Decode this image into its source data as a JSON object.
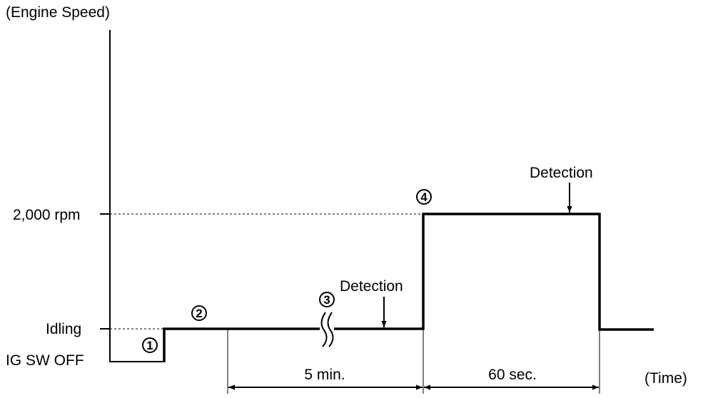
{
  "diagram": {
    "y_axis_title": "(Engine Speed)",
    "x_axis_title": "(Time)",
    "levels": {
      "rpm_2000": "2,000 rpm",
      "idling": "Idling",
      "ig_sw_off": "IG SW OFF"
    },
    "steps": [
      "1",
      "2",
      "3",
      "4"
    ],
    "detection_labels": [
      "Detection",
      "Detection"
    ],
    "durations": [
      "5 min.",
      "60 sec."
    ],
    "colors": {
      "line": "#000000",
      "background": "#ffffff"
    }
  }
}
